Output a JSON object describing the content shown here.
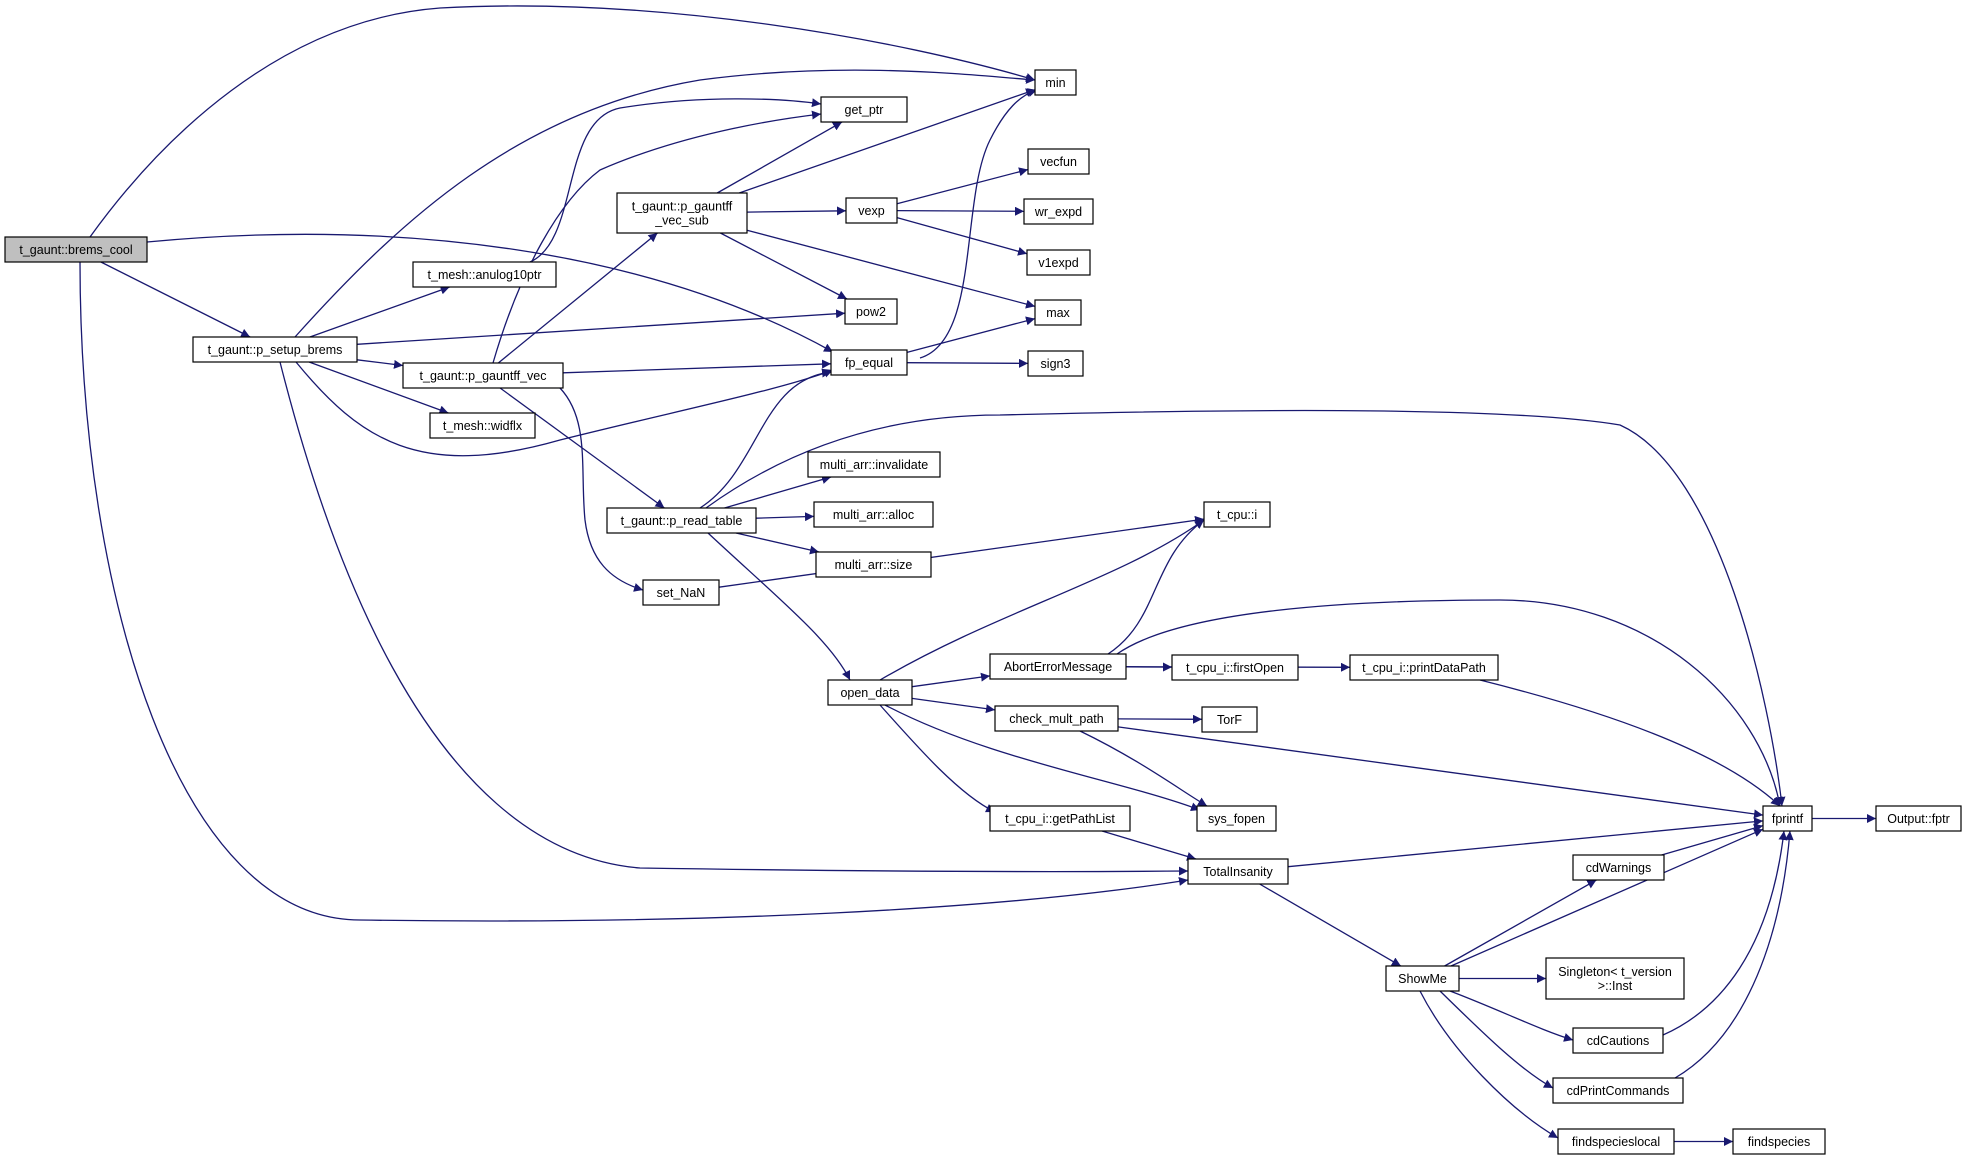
{
  "graph": {
    "type": "call-graph",
    "root": "t_gaunt::brems_cool",
    "nodes": [
      {
        "id": "brems_cool",
        "label": "t_gaunt::brems_cool",
        "root": true
      },
      {
        "id": "p_setup_brems",
        "label": "t_gaunt::p_setup_brems"
      },
      {
        "id": "anulog10ptr",
        "label": "t_mesh::anulog10ptr"
      },
      {
        "id": "p_gauntff_vec",
        "label": "t_gaunt::p_gauntff_vec"
      },
      {
        "id": "widflx",
        "label": "t_mesh::widflx"
      },
      {
        "id": "p_gauntff_vec_sub",
        "label": [
          "t_gaunt::p_gauntff",
          "_vec_sub"
        ]
      },
      {
        "id": "p_read_table",
        "label": "t_gaunt::p_read_table"
      },
      {
        "id": "set_nan",
        "label": "set_NaN"
      },
      {
        "id": "min",
        "label": "min"
      },
      {
        "id": "get_ptr",
        "label": "get_ptr"
      },
      {
        "id": "vexp",
        "label": "vexp"
      },
      {
        "id": "vecfun",
        "label": "vecfun"
      },
      {
        "id": "wr_expd",
        "label": "wr_expd"
      },
      {
        "id": "v1expd",
        "label": "v1expd"
      },
      {
        "id": "pow2",
        "label": "pow2"
      },
      {
        "id": "max",
        "label": "max"
      },
      {
        "id": "fp_equal",
        "label": "fp_equal"
      },
      {
        "id": "sign3",
        "label": "sign3"
      },
      {
        "id": "invalidate",
        "label": "multi_arr::invalidate"
      },
      {
        "id": "alloc",
        "label": "multi_arr::alloc"
      },
      {
        "id": "size",
        "label": "multi_arr::size"
      },
      {
        "id": "open_data",
        "label": "open_data"
      },
      {
        "id": "t_cpu_i",
        "label": "t_cpu::i"
      },
      {
        "id": "abort_err",
        "label": "AbortErrorMessage"
      },
      {
        "id": "first_open",
        "label": "t_cpu_i::firstOpen"
      },
      {
        "id": "print_data_path",
        "label": "t_cpu_i::printDataPath"
      },
      {
        "id": "check_mult_path",
        "label": "check_mult_path"
      },
      {
        "id": "torf",
        "label": "TorF"
      },
      {
        "id": "get_path_list",
        "label": "t_cpu_i::getPathList"
      },
      {
        "id": "sys_fopen",
        "label": "sys_fopen"
      },
      {
        "id": "total_insanity",
        "label": "TotalInsanity"
      },
      {
        "id": "fprintf",
        "label": "fprintf"
      },
      {
        "id": "output_fptr",
        "label": "Output::fptr"
      },
      {
        "id": "cd_warnings",
        "label": "cdWarnings"
      },
      {
        "id": "show_me",
        "label": "ShowMe"
      },
      {
        "id": "singleton_inst",
        "label": [
          "Singleton< t_version",
          ">::Inst"
        ]
      },
      {
        "id": "cd_cautions",
        "label": "cdCautions"
      },
      {
        "id": "cd_print_commands",
        "label": "cdPrintCommands"
      },
      {
        "id": "findspecieslocal",
        "label": "findspecieslocal"
      },
      {
        "id": "findspecies",
        "label": "findspecies"
      }
    ],
    "edges": [
      [
        "brems_cool",
        "min"
      ],
      [
        "brems_cool",
        "fp_equal"
      ],
      [
        "brems_cool",
        "p_setup_brems"
      ],
      [
        "brems_cool",
        "total_insanity"
      ],
      [
        "p_setup_brems",
        "min"
      ],
      [
        "p_setup_brems",
        "anulog10ptr"
      ],
      [
        "p_setup_brems",
        "pow2"
      ],
      [
        "p_setup_brems",
        "p_gauntff_vec"
      ],
      [
        "p_setup_brems",
        "widflx"
      ],
      [
        "p_setup_brems",
        "fp_equal"
      ],
      [
        "p_setup_brems",
        "total_insanity"
      ],
      [
        "anulog10ptr",
        "get_ptr"
      ],
      [
        "p_gauntff_vec",
        "get_ptr"
      ],
      [
        "p_gauntff_vec",
        "p_gauntff_vec_sub"
      ],
      [
        "p_gauntff_vec",
        "fp_equal"
      ],
      [
        "p_gauntff_vec",
        "p_read_table"
      ],
      [
        "p_gauntff_vec",
        "set_nan"
      ],
      [
        "p_gauntff_vec_sub",
        "get_ptr"
      ],
      [
        "p_gauntff_vec_sub",
        "min"
      ],
      [
        "p_gauntff_vec_sub",
        "vexp"
      ],
      [
        "p_gauntff_vec_sub",
        "pow2"
      ],
      [
        "p_gauntff_vec_sub",
        "max"
      ],
      [
        "vexp",
        "vecfun"
      ],
      [
        "vexp",
        "wr_expd"
      ],
      [
        "vexp",
        "v1expd"
      ],
      [
        "fp_equal",
        "min"
      ],
      [
        "fp_equal",
        "max"
      ],
      [
        "fp_equal",
        "sign3"
      ],
      [
        "p_read_table",
        "fp_equal"
      ],
      [
        "p_read_table",
        "fprintf"
      ],
      [
        "p_read_table",
        "invalidate"
      ],
      [
        "p_read_table",
        "alloc"
      ],
      [
        "p_read_table",
        "size"
      ],
      [
        "p_read_table",
        "open_data"
      ],
      [
        "set_nan",
        "t_cpu_i"
      ],
      [
        "open_data",
        "t_cpu_i"
      ],
      [
        "open_data",
        "abort_err"
      ],
      [
        "open_data",
        "check_mult_path"
      ],
      [
        "open_data",
        "get_path_list"
      ],
      [
        "open_data",
        "sys_fopen"
      ],
      [
        "abort_err",
        "t_cpu_i"
      ],
      [
        "abort_err",
        "first_open"
      ],
      [
        "abort_err",
        "print_data_path"
      ],
      [
        "abort_err",
        "fprintf"
      ],
      [
        "print_data_path",
        "fprintf"
      ],
      [
        "check_mult_path",
        "torf"
      ],
      [
        "check_mult_path",
        "sys_fopen"
      ],
      [
        "check_mult_path",
        "fprintf"
      ],
      [
        "get_path_list",
        "total_insanity"
      ],
      [
        "total_insanity",
        "fprintf"
      ],
      [
        "total_insanity",
        "show_me"
      ],
      [
        "show_me",
        "cd_warnings"
      ],
      [
        "show_me",
        "fprintf"
      ],
      [
        "show_me",
        "singleton_inst"
      ],
      [
        "show_me",
        "cd_cautions"
      ],
      [
        "show_me",
        "cd_print_commands"
      ],
      [
        "show_me",
        "findspecieslocal"
      ],
      [
        "cd_warnings",
        "fprintf"
      ],
      [
        "cd_cautions",
        "fprintf"
      ],
      [
        "cd_print_commands",
        "fprintf"
      ],
      [
        "fprintf",
        "output_fptr"
      ],
      [
        "findspecieslocal",
        "findspecies"
      ]
    ]
  }
}
